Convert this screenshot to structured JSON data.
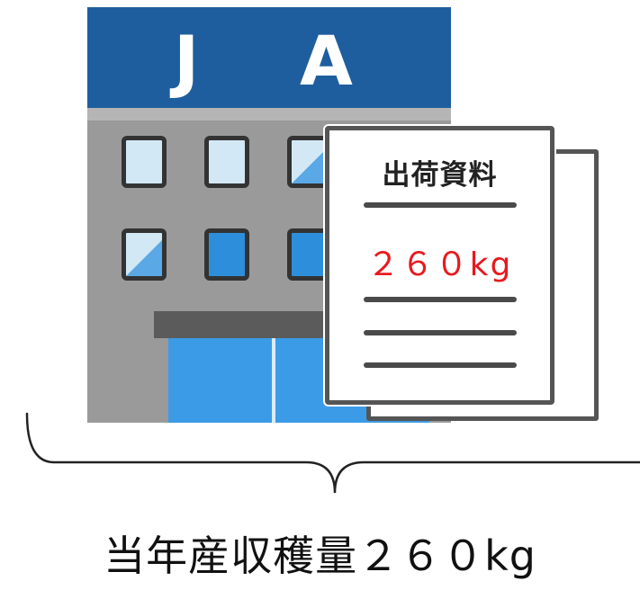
{
  "building": {
    "sign_letter_1": "J",
    "sign_letter_2": "A",
    "roof_color": "#1f5e9e"
  },
  "document": {
    "title": "出荷資料",
    "amount": "２６０kg",
    "amount_color": "#e8191e"
  },
  "caption": "当年産収穫量２６０kg",
  "icons": [
    "building-icon",
    "document-icon",
    "brace-icon"
  ]
}
